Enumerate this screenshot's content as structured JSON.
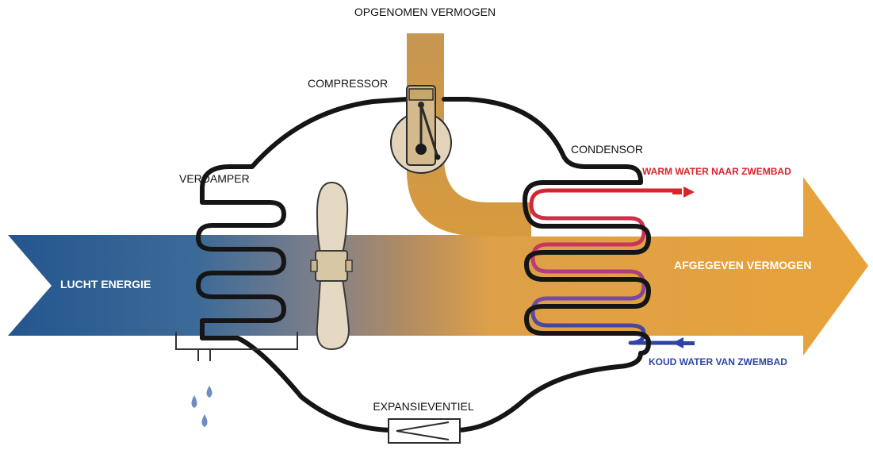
{
  "labels": {
    "input_power": "OPGENOMEN VERMOGEN",
    "compressor": "COMPRESSOR",
    "condenser": "CONDENSOR",
    "evaporator": "VERDAMPER",
    "warm_water": "WARM WATER NAAR ZWEMBAD",
    "cold_water": "KOUD WATER VAN ZWEMBAD",
    "air_energy": "LUCHT ENERGIE",
    "output_power": "AFGEGEVEN VERMOGEN",
    "expansion_valve": "EXPANSIEVENTIEL"
  },
  "colors": {
    "air_flow": "#2b5f95",
    "heat_flow": "#e4a03c",
    "compressor_flow": "#c8913a",
    "refrigerant_line": "#151515",
    "warm_water": "#d8242b",
    "cold_water": "#2d44a6",
    "water_drops": "#6d8fbf",
    "fan": "#e6d9c3"
  },
  "icons": {
    "compressor": "compressor-piston-icon",
    "fan": "fan-icon",
    "expansion_valve": "expansion-valve-icon",
    "water_drops": "water-drop-icon"
  }
}
